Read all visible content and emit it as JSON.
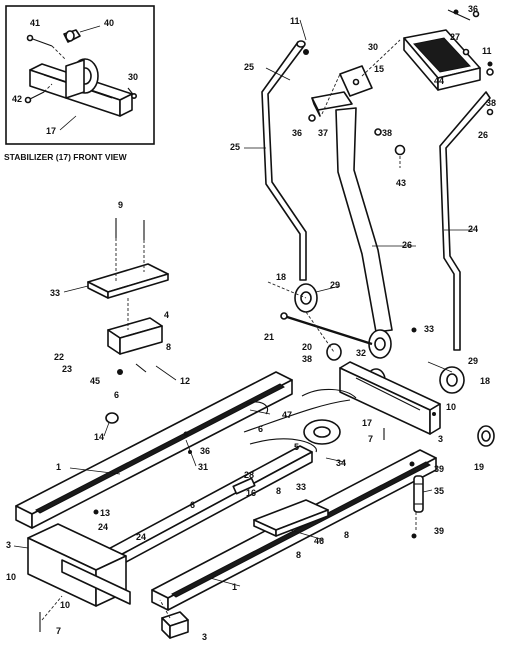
{
  "inset": {
    "caption": "STABILIZER (17) FRONT VIEW",
    "labels": [
      "41",
      "40",
      "30",
      "42",
      "17"
    ]
  },
  "callouts": {
    "c1a": "1",
    "c1b": "1",
    "c3a": "3",
    "c3b": "3",
    "c3c": "3",
    "c4": "4",
    "c5": "5",
    "c6a": "6",
    "c6b": "6",
    "c6c": "6",
    "c7a": "7",
    "c7b": "7",
    "c8a": "8",
    "c8b": "8",
    "c8c": "8",
    "c8d": "8",
    "c9": "9",
    "c10a": "10",
    "c10b": "10",
    "c10c": "10",
    "c11a": "11",
    "c11b": "11",
    "c12": "12",
    "c13": "13",
    "c14": "14",
    "c15": "15",
    "c16": "16",
    "c17": "17",
    "c18a": "18",
    "c18b": "18",
    "c19": "19",
    "c20": "20",
    "c21": "21",
    "c22": "22",
    "c23": "23",
    "c24a": "24",
    "c24b": "24",
    "c24c": "24",
    "c25a": "25",
    "c25b": "25",
    "c26a": "26",
    "c26b": "26",
    "c27": "27",
    "c28": "28",
    "c29a": "29",
    "c29b": "29",
    "c30": "30",
    "c31": "31",
    "c32": "32",
    "c33a": "33",
    "c33b": "33",
    "c33c": "33",
    "c34": "34",
    "c35": "35",
    "c36a": "36",
    "c36b": "36",
    "c36c": "36",
    "c37": "37",
    "c38a": "38",
    "c38b": "38",
    "c38c": "38",
    "c39a": "39",
    "c39b": "39",
    "c43": "43",
    "c44": "44",
    "c45": "45",
    "c46": "46",
    "c47": "47"
  }
}
